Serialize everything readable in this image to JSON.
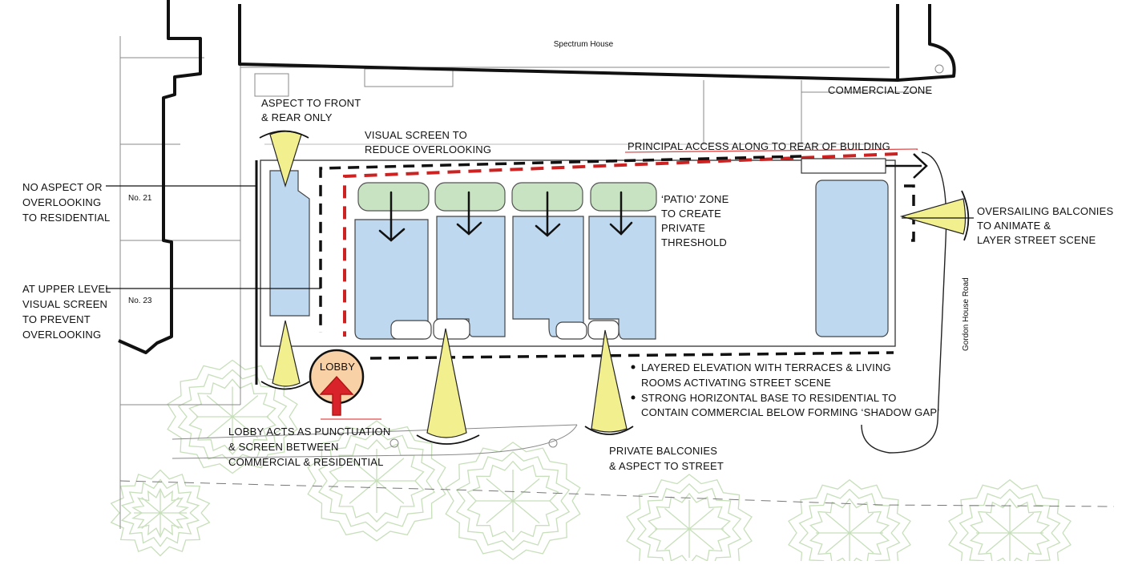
{
  "diagram": {
    "building_label": "Spectrum House",
    "neighbour_labels": [
      "No. 21",
      "No. 23"
    ],
    "road_label": "Gordon House Road",
    "lobby_label": "LOBBY",
    "annotations": {
      "commercial_zone": "COMMERCIAL ZONE",
      "aspect_front_rear": [
        "ASPECT TO FRONT",
        "& REAR ONLY"
      ],
      "visual_screen": [
        "VISUAL SCREEN TO",
        "REDUCE OVERLOOKING"
      ],
      "principal_access": "PRINCIPAL ACCESS ALONG TO REAR OF BUILDING",
      "no_aspect": [
        "NO ASPECT OR",
        "OVERLOOKING",
        "TO RESIDENTIAL"
      ],
      "patio_zone": [
        "‘PATIO’ ZONE",
        "TO CREATE",
        "PRIVATE",
        "THRESHOLD"
      ],
      "oversailing": [
        "OVERSAILING BALCONIES",
        "TO ANIMATE &",
        "LAYER STREET SCENE"
      ],
      "upper_level": [
        "AT UPPER LEVEL",
        "VISUAL SCREEN",
        "TO PREVENT",
        "OVERLOOKING"
      ],
      "layered_elevation": [
        "LAYERED ELEVATION WITH TERRACES & LIVING",
        "ROOMS ACTIVATING STREET SCENE"
      ],
      "strong_base": [
        "STRONG HORIZONTAL BASE TO RESIDENTIAL TO",
        "CONTAIN COMMERCIAL BELOW FORMING ‘SHADOW GAP’"
      ],
      "lobby_punctuation": [
        "LOBBY ACTS AS PUNCTUATION",
        "& SCREEN BETWEEN",
        "COMMERCIAL & RESIDENTIAL"
      ],
      "private_balconies": [
        "PRIVATE BALCONIES",
        "& ASPECT TO STREET"
      ]
    },
    "colors": {
      "cone": "#f2ef8e",
      "unit": "#bed8ef",
      "patio": "#c8e3c2",
      "lobby": "#f8d1a7",
      "arrow": "#d8232a",
      "red_dash": "#cc2222",
      "tree": "#cfe3c2"
    }
  }
}
